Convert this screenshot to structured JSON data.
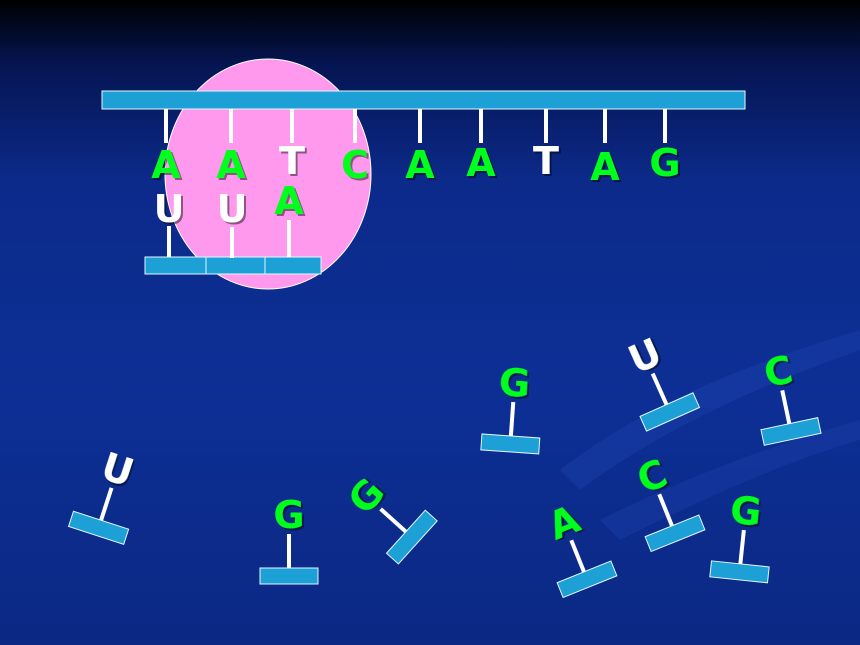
{
  "colors": {
    "background": "#0d2f95",
    "strand": "#1ca0d6",
    "ribosome": "#ff99ee",
    "base_green": "#00ff1e",
    "base_white": "#ffffff",
    "connector": "#ffffff"
  },
  "dna_strand": {
    "bases": [
      {
        "letter": "A",
        "color": "green"
      },
      {
        "letter": "A",
        "color": "green"
      },
      {
        "letter": "T",
        "color": "white"
      },
      {
        "letter": "C",
        "color": "green"
      },
      {
        "letter": "A",
        "color": "green"
      },
      {
        "letter": "A",
        "color": "green"
      },
      {
        "letter": "T",
        "color": "white"
      },
      {
        "letter": "A",
        "color": "green"
      },
      {
        "letter": "G",
        "color": "green"
      }
    ]
  },
  "paired_bases": [
    {
      "letter": "U",
      "color": "white"
    },
    {
      "letter": "U",
      "color": "white"
    },
    {
      "letter": "A",
      "color": "green"
    }
  ],
  "free_nucleotides": [
    {
      "letter": "U",
      "color": "white"
    },
    {
      "letter": "G",
      "color": "green"
    },
    {
      "letter": "G",
      "color": "green"
    },
    {
      "letter": "G",
      "color": "green"
    },
    {
      "letter": "U",
      "color": "white"
    },
    {
      "letter": "C",
      "color": "green"
    },
    {
      "letter": "A",
      "color": "green"
    },
    {
      "letter": "C",
      "color": "green"
    },
    {
      "letter": "G",
      "color": "green"
    }
  ]
}
